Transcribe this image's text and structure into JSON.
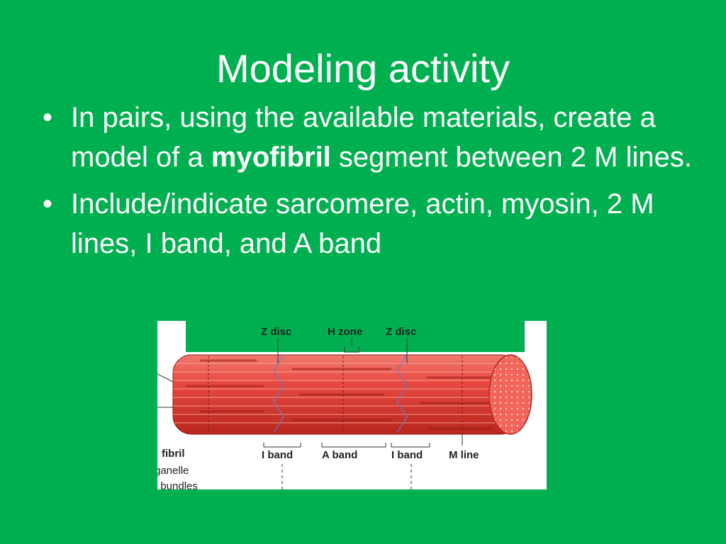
{
  "slide": {
    "title": "Modeling activity",
    "bullets": [
      {
        "before": "In pairs, using the available materials, create a model of a ",
        "bold": "myofibril",
        "after": " segment between 2 M lines."
      },
      {
        "text": "Include/indicate sarcomere, actin, myosin, 2 M lines, I band, and A band"
      }
    ]
  },
  "figure": {
    "top_labels": [
      "Z disc",
      "H zone",
      "Z disc"
    ],
    "bottom_labels": [
      "I band",
      "A band",
      "I band",
      "M line"
    ],
    "left_labels": [
      "fibril",
      "ganelle",
      "f bundles"
    ]
  },
  "colors": {
    "background": "#00B050",
    "text": "#FFFFFF",
    "myofibril": "#E8453C"
  }
}
